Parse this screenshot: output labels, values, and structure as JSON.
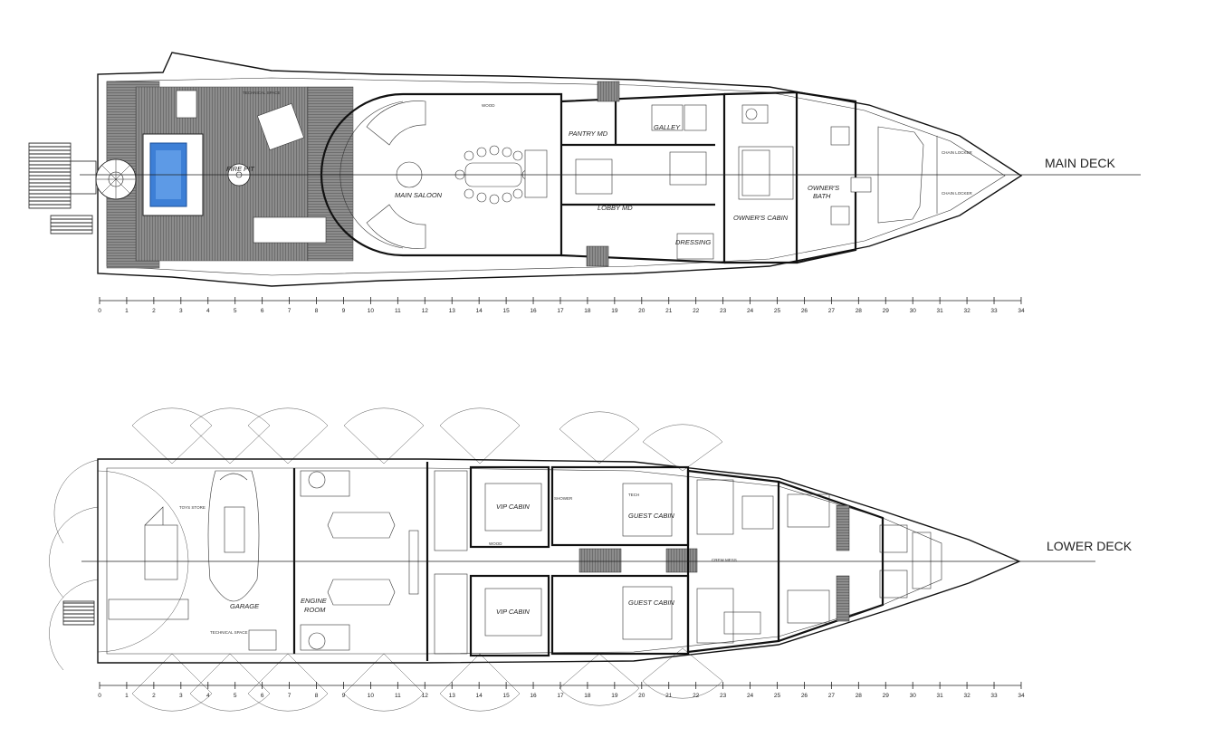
{
  "main_deck": {
    "label": "MAIN DECK",
    "rooms": {
      "fire_pit": "FIRE PIT",
      "main_saloon": "MAIN SALOON",
      "pantry": "PANTRY MD",
      "galley": "GALLEY",
      "lobby": "LOBBY MD",
      "dressing": "DRESSING",
      "owners_cabin": "OWNER'S CABIN",
      "owners_bath_1": "OWNER'S",
      "owners_bath_2": "BATH",
      "technical_space": "TECHNICAL SPACE",
      "chain_locker": "CHAIN LOCKER",
      "wood": "WOOD"
    }
  },
  "lower_deck": {
    "label": "LOWER DECK",
    "rooms": {
      "garage": "GARAGE",
      "engine_1": "ENGINE",
      "engine_2": "ROOM",
      "vip_cabin": "VIP CABIN",
      "guest_cabin": "GUEST CABIN",
      "toys_store": "TOYS STORE",
      "technical_space": "TECHNICAL SPACE",
      "shower": "SHOWER",
      "tech": "TECH",
      "crew_mess": "CREW MESS",
      "wood": "WOOD"
    }
  },
  "scale_ticks": [
    "0",
    "1",
    "2",
    "3",
    "4",
    "5",
    "6",
    "7",
    "8",
    "9",
    "10",
    "11",
    "12",
    "13",
    "14",
    "15",
    "16",
    "17",
    "18",
    "19",
    "20",
    "21",
    "22",
    "23",
    "24",
    "25",
    "26",
    "27",
    "28",
    "29",
    "30",
    "31",
    "32",
    "33",
    "34"
  ],
  "colors": {
    "pool": "#3d7fd6",
    "line": "#111111"
  }
}
